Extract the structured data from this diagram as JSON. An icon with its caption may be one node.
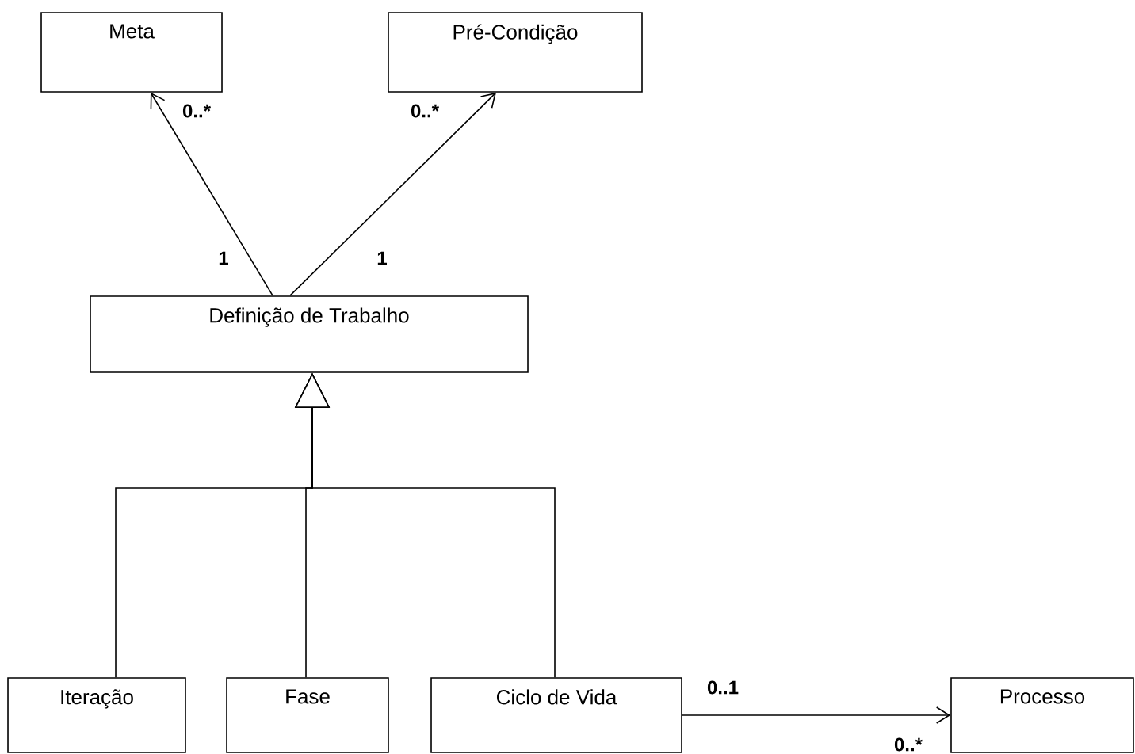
{
  "diagram": {
    "nodes": [
      {
        "text": [
          "Meta"
        ]
      },
      {
        "text": [
          "Pré-Condição"
        ]
      },
      {
        "text": [
          "Definição de Trabalho"
        ]
      },
      {
        "text": [
          "Iteração"
        ]
      },
      {
        "text": [
          "Fase"
        ]
      },
      {
        "text": [
          "Ciclo de Vida"
        ]
      },
      {
        "text": [
          "Processo"
        ]
      }
    ],
    "edges": [
      {
        "from": 2,
        "to": 0,
        "arrow": "to"
      },
      {
        "from": 2,
        "to": 1,
        "arrow": "to"
      },
      {
        "from": 3,
        "to": 2,
        "arrow": "to"
      },
      {
        "from": 4,
        "to": 2,
        "arrow": "to"
      },
      {
        "from": 5,
        "to": 2,
        "arrow": "to"
      },
      {
        "from": 5,
        "to": 6,
        "arrow": "to"
      }
    ],
    "labels": [
      "0..*",
      "0..*",
      "1",
      "1",
      "0..1",
      "0..*"
    ]
  }
}
